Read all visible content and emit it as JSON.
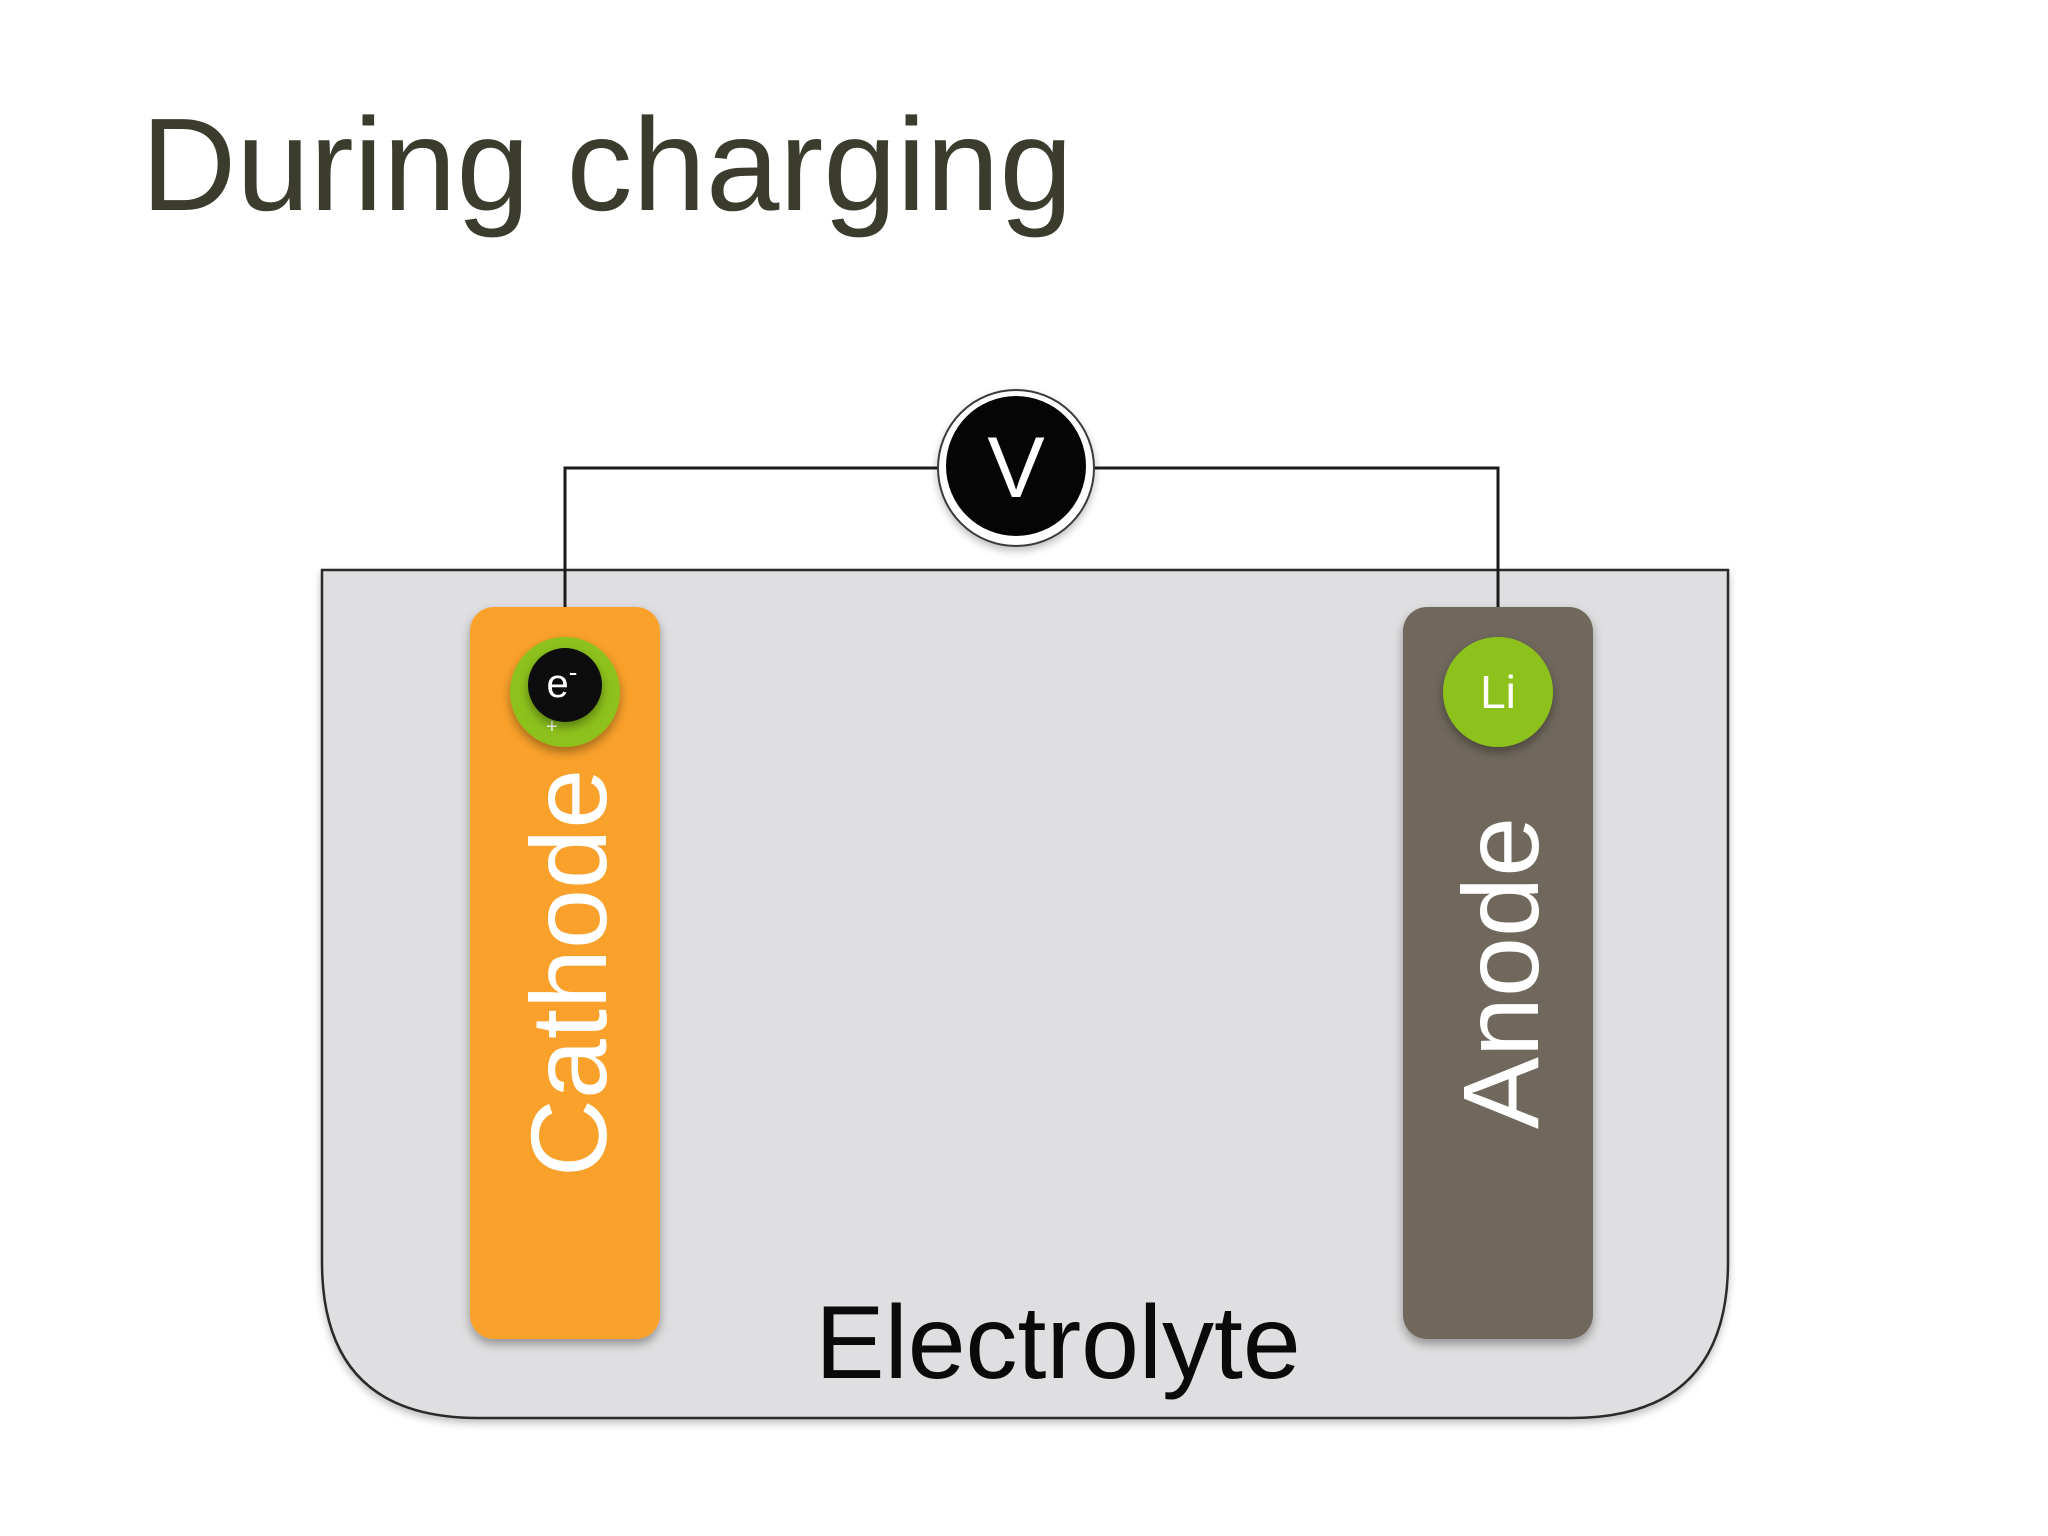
{
  "slide": {
    "title": "During charging"
  },
  "diagram": {
    "voltmeter_label": "V",
    "cathode_label": "Cathode",
    "anode_label": "Anode",
    "electrolyte_label": "Electrolyte",
    "electron_label": "e",
    "electron_charge": "-",
    "ion_charge": "+",
    "lithium_label": "Li"
  },
  "colors": {
    "title": "#3c3c2e",
    "cathode": "#f9a12b",
    "anode": "#70675b",
    "electrolyte": "#dfdfe1",
    "lithium": "#8dc21a",
    "electron": "#0b0b0b",
    "voltmeter": "#050505"
  }
}
